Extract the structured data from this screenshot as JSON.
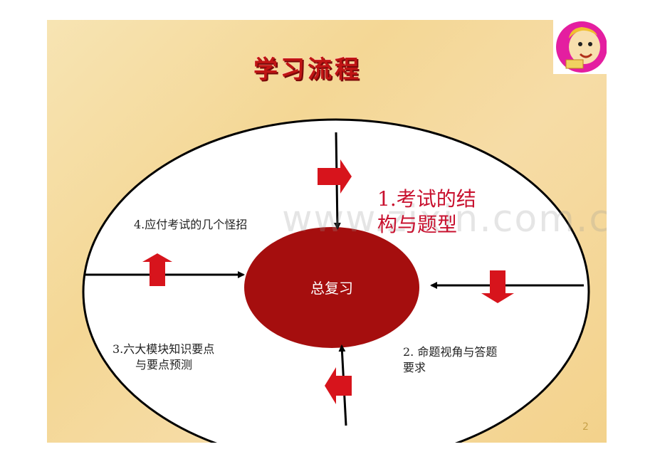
{
  "title": "学习流程",
  "center": {
    "label": "总复习"
  },
  "steps": {
    "one_line1": "1.考试的结",
    "one_line2": "构与题型",
    "two_line1": "2. 命题视角与答题",
    "two_line2": "要求",
    "three_line1": "3.六大模块知识要点",
    "three_line2": "与要点预测",
    "four": "4.应付考试的几个怪招"
  },
  "watermark": "www.zixin.com.cn",
  "page_number": "2",
  "colors": {
    "accent_red": "#c8102e",
    "center_fill": "#a50e0e",
    "arrow_red": "#d7141c",
    "background": "#f5d99a"
  },
  "icons": {
    "avatar": "cartoon-avatar-icon"
  }
}
